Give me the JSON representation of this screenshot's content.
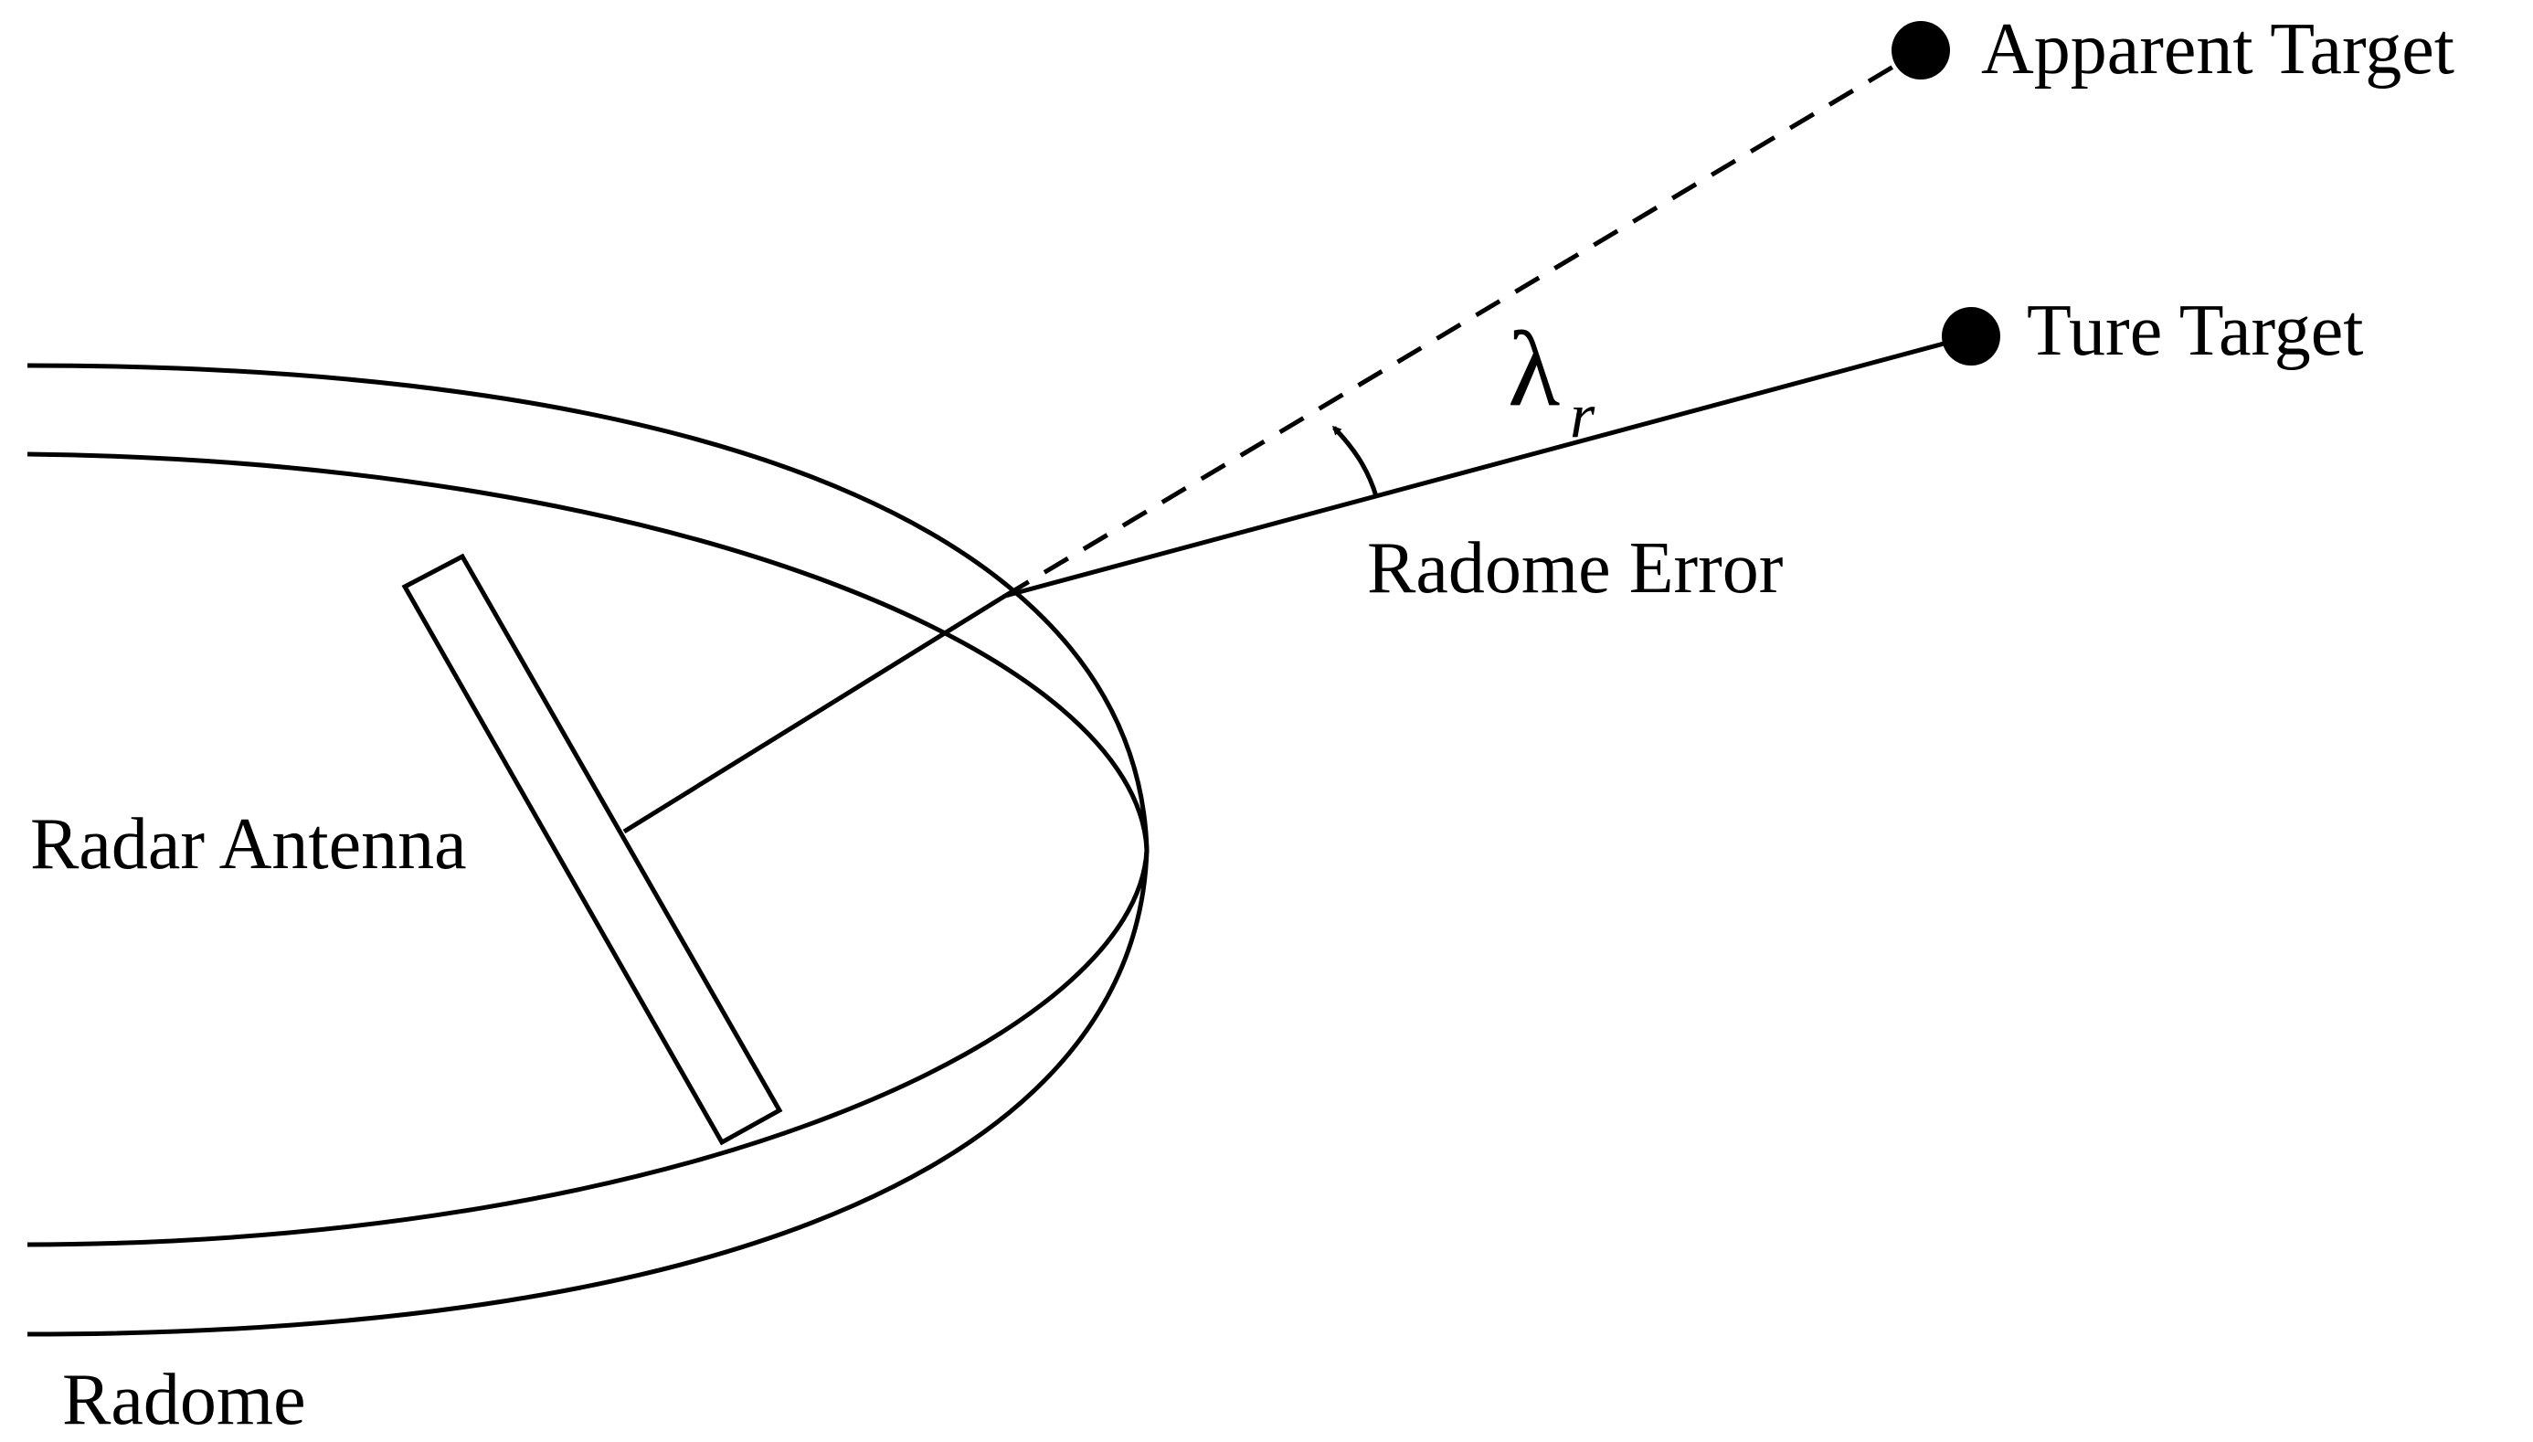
{
  "labels": {
    "apparent_target": "Apparent Target",
    "true_target": "Ture Target",
    "radome_error": "Radome Error",
    "radar_antenna": "Radar Antenna",
    "radome": "Radome",
    "angle_symbol": "λ",
    "angle_subscript": "r"
  },
  "colors": {
    "ink": "#000000",
    "background": "#ffffff"
  }
}
